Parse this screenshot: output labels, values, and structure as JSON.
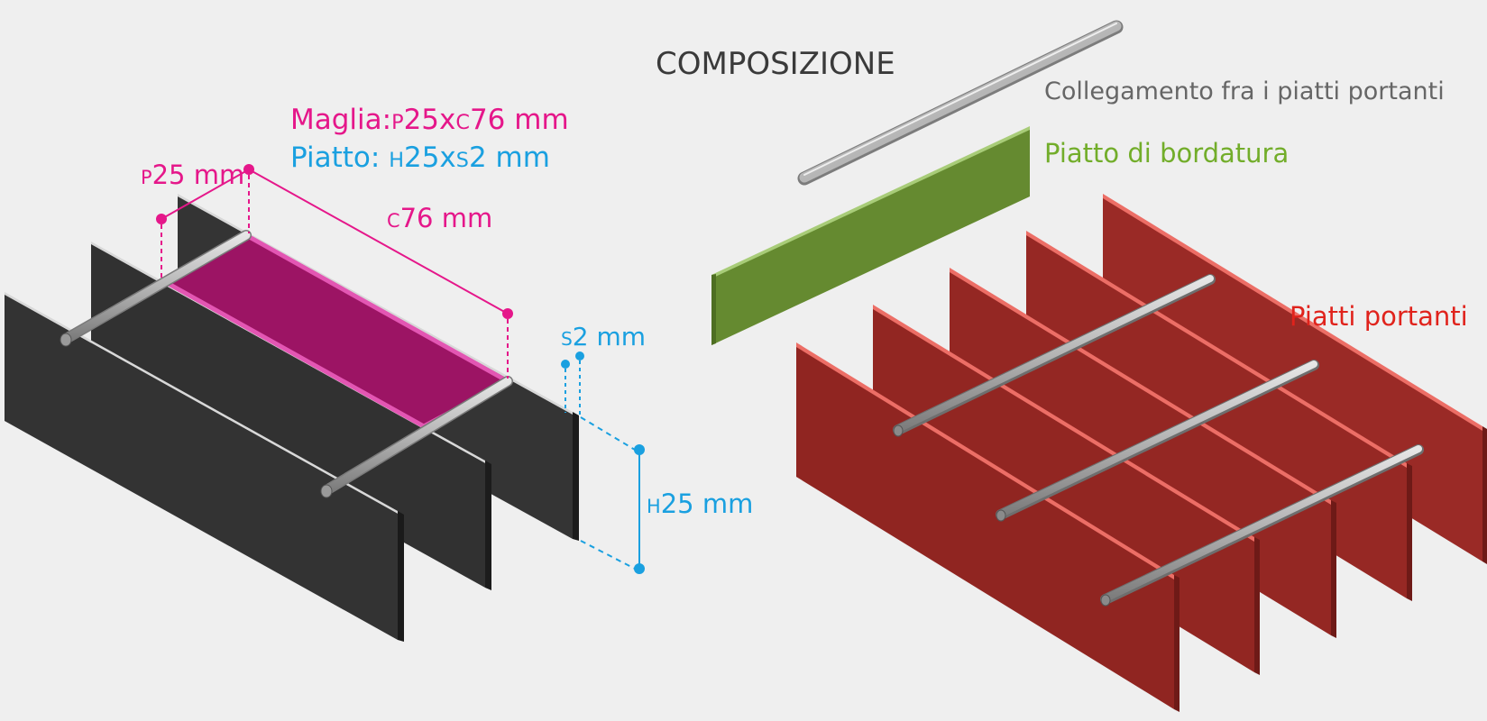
{
  "title": "COMPOSIZIONE",
  "colors": {
    "mesh": "#e5178a",
    "plate": "#1aa0e0",
    "border": "#72ad2a",
    "bearing": "#e0231c",
    "connector": "#666666",
    "dark_plate": "#333333",
    "red_plate": "#9a2a26",
    "green_plate": "#668a32"
  },
  "specs": {
    "maglia_label": "Maglia:",
    "maglia_p_prefix": "P",
    "maglia_p_value": "25x",
    "maglia_c_prefix": "C",
    "maglia_c_value": "76 mm",
    "piatto_label": "Piatto:",
    "piatto_h_prefix": "H",
    "piatto_h_value": "25x",
    "piatto_s_prefix": "S",
    "piatto_s_value": "2 mm"
  },
  "dimensions": {
    "p_prefix": "P",
    "p_value": "25 mm",
    "c_prefix": "C",
    "c_value": "76 mm",
    "s_prefix": "S",
    "s_value": "2 mm",
    "h_prefix": "H",
    "h_value": "25 mm"
  },
  "components": {
    "connector": "Collegamento fra i piatti portanti",
    "border_plate": "Piatto di bordatura",
    "bearing_plates": "Piatti portanti"
  }
}
